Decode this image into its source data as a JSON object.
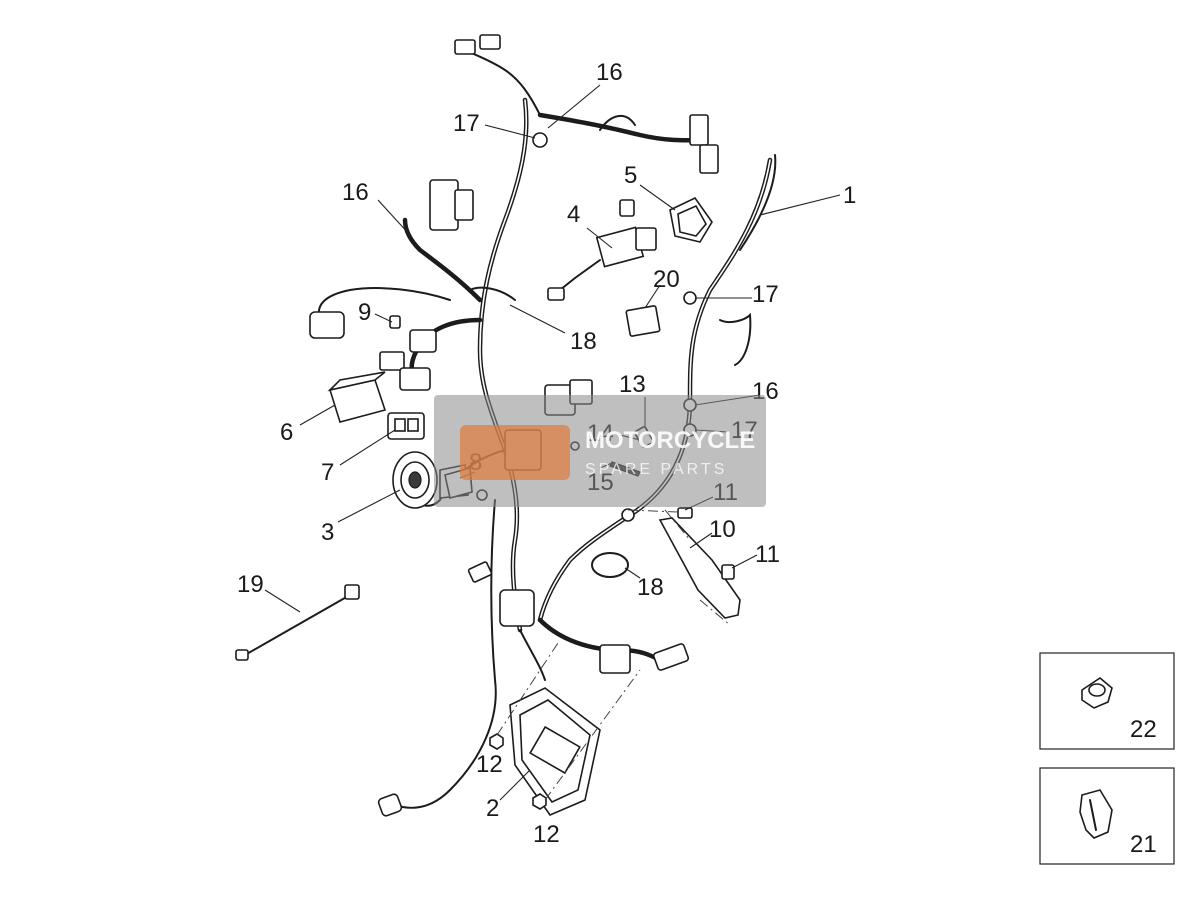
{
  "diagram": {
    "callouts": [
      "1",
      "2",
      "3",
      "4",
      "5",
      "6",
      "7",
      "8",
      "9",
      "10",
      "11",
      "11",
      "12",
      "12",
      "13",
      "14",
      "15",
      "16",
      "16",
      "16",
      "17",
      "17",
      "17",
      "18",
      "18",
      "19",
      "20",
      "21",
      "22"
    ],
    "watermark": {
      "line1": "MOTORCYCLE",
      "line2": "SPARE PARTS"
    },
    "colors": {
      "line": "#1c1c1c",
      "watermark_box": "#8a8a8a",
      "watermark_accent": "#e07a3c"
    }
  }
}
